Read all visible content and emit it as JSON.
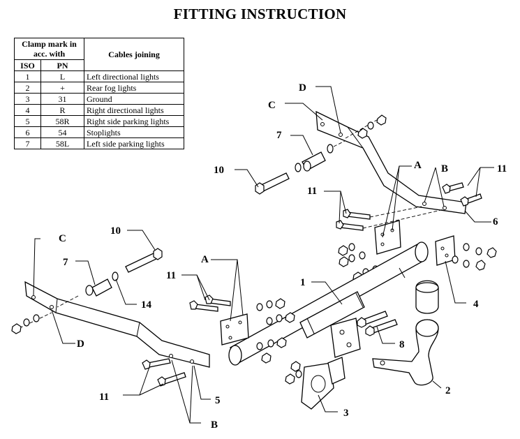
{
  "title": "FITTING INSTRUCTION",
  "table": {
    "header_clamp": "Clamp mark in acc. with",
    "header_cables": "Cables joining",
    "header_iso": "ISO",
    "header_pn": "PN",
    "rows": [
      {
        "iso": "1",
        "pn": "L",
        "cable": "Left directional lights"
      },
      {
        "iso": "2",
        "pn": "+",
        "cable": "Rear fog lights"
      },
      {
        "iso": "3",
        "pn": "31",
        "cable": "Ground"
      },
      {
        "iso": "4",
        "pn": "R",
        "cable": "Right directional lights"
      },
      {
        "iso": "5",
        "pn": "58R",
        "cable": "Right side parking lights"
      },
      {
        "iso": "6",
        "pn": "54",
        "cable": "Stoplights"
      },
      {
        "iso": "7",
        "pn": "58L",
        "cable": "Left side parking lights"
      }
    ]
  },
  "callouts": {
    "d_upper": "D",
    "c_upper": "C",
    "seven_upper": "7",
    "ten_upper": "10",
    "a_upper": "A",
    "b_upper": "B",
    "eleven_upper_right": "11",
    "eleven_upper_mid": "11",
    "six": "6",
    "four": "4",
    "one": "1",
    "c_left": "C",
    "ten_left": "10",
    "seven_left": "7",
    "fourteen": "14",
    "eleven_left": "11",
    "a_lower": "A",
    "d_lower": "D",
    "eight": "8",
    "two": "2",
    "three": "3",
    "five": "5",
    "eleven_bottom": "11",
    "b_bottom": "B"
  }
}
